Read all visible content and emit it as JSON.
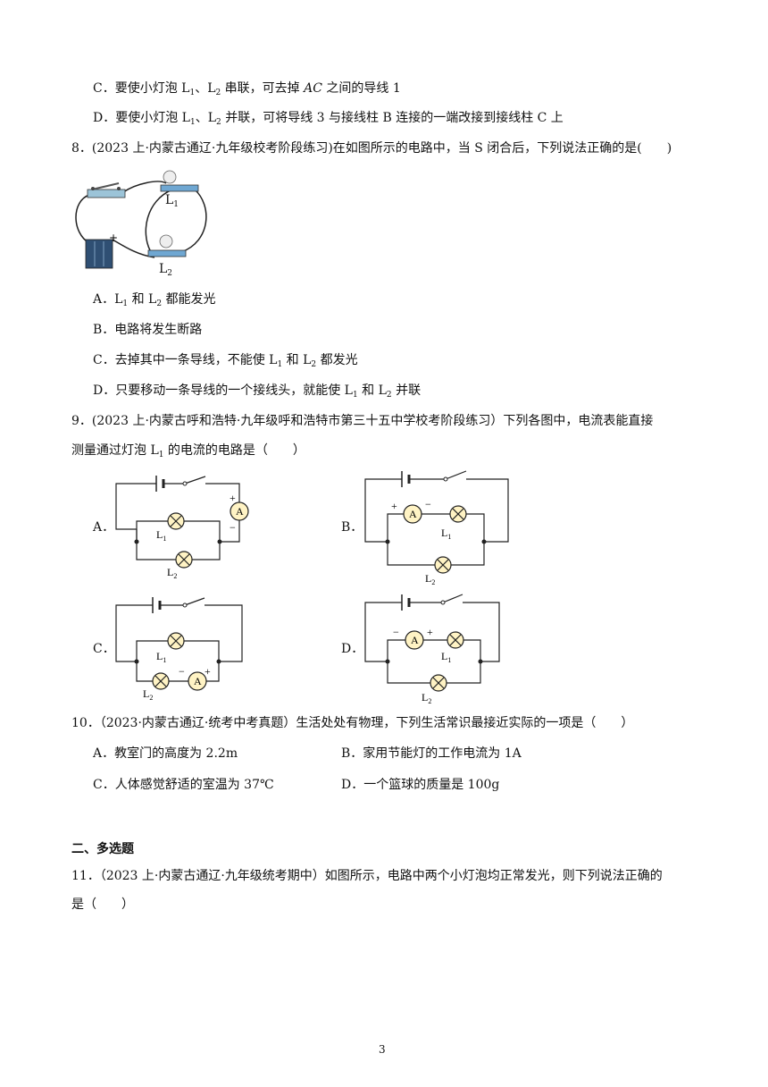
{
  "q7": {
    "optC": {
      "pre": "C．要使小灯泡 L",
      "s1": "1",
      "mid": "、L",
      "s2": "2",
      "post": " 串联，可去掉 ",
      "it": "AC",
      "tail": " 之间的导线 1"
    },
    "optD": {
      "pre": "D．要使小灯泡 L",
      "s1": "1",
      "mid": "、L",
      "s2": "2",
      "tail": " 并联，可将导线 3 与接线柱 B 连接的一端改接到接线柱 C 上"
    }
  },
  "q8": {
    "stem": "8．(2023 上·内蒙古通辽·九年级校考阶段练习)在如图所示的电路中，当 S 闭合后，下列说法正确的是(　　)",
    "fig_labels": {
      "l1": "L",
      "l1s": "1",
      "l2": "L",
      "l2s": "2",
      "plus": "+"
    },
    "optA": {
      "a": "A．L",
      "s1": "1",
      "b": " 和 L",
      "s2": "2",
      "c": " 都能发光"
    },
    "optB": "B．电路将发生断路",
    "optC": {
      "a": "C．去掉其中一条导线，不能使 L",
      "s1": "1",
      "b": " 和 L",
      "s2": "2",
      "c": " 都发光"
    },
    "optD": {
      "a": "D．只要移动一条导线的一个接线头，就能使 L",
      "s1": "1",
      "b": " 和 L",
      "s2": "2",
      "c": " 并联"
    }
  },
  "q9": {
    "stem1": "9．(2023 上·内蒙古呼和浩特·九年级呼和浩特市第三十五中学校考阶段练习）下列各图中，电流表能直接",
    "stem2a": "测量通过灯泡 L",
    "stem2s": "1",
    "stem2b": " 的电流的电路是（　　）",
    "labels": {
      "A": "A．",
      "B": "B．",
      "C": "C．",
      "D": "D．"
    },
    "meter": "A",
    "l": "L",
    "s1": "1",
    "s2": "2",
    "plus": "+",
    "minus": "−"
  },
  "q10": {
    "stem": "10．（2023·内蒙古通辽·统考中考真题）生活处处有物理，下列生活常识最接近实际的一项是（　　）",
    "optA": "A．教室门的高度为 2.2m",
    "optB": "B．家用节能灯的工作电流为 1A",
    "optC": "C．人体感觉舒适的室温为 37℃",
    "optD": "D．一个篮球的质量是 100g"
  },
  "section": "二、多选题",
  "q11": {
    "stem1": "11．（2023 上·内蒙古通辽·九年级统考期中）如图所示，电路中两个小灯泡均正常发光，则下列说法正确的",
    "stem2": "是（　　）"
  },
  "page_number": "3"
}
